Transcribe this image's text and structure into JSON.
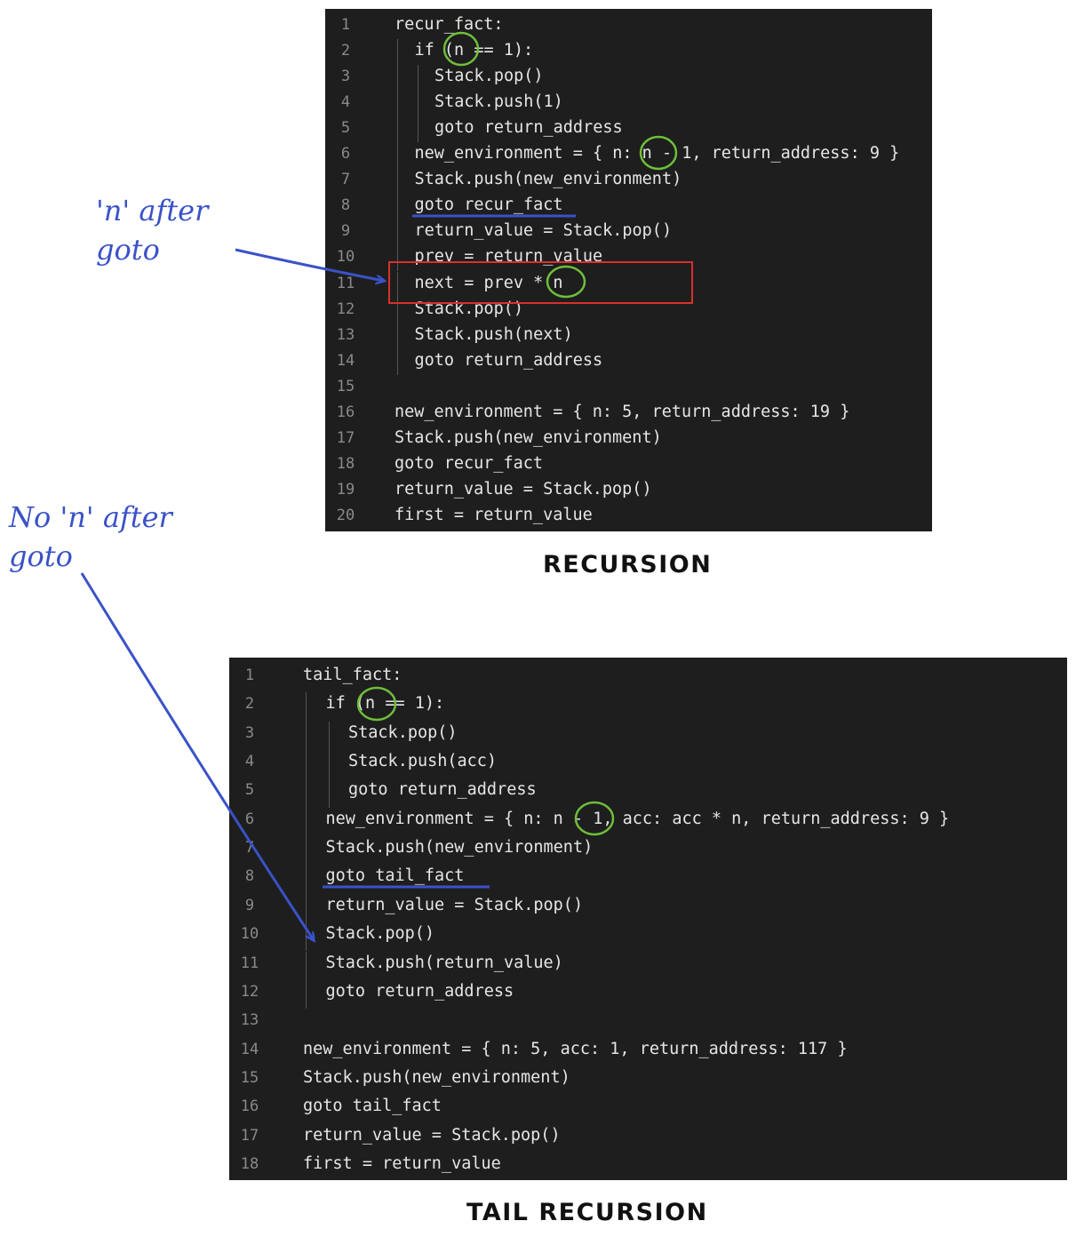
{
  "recursion": {
    "caption": "RECURSION",
    "lines": [
      {
        "n": "1",
        "code": "recur_fact:",
        "indent": 0
      },
      {
        "n": "2",
        "code": "if (n == 1):",
        "indent": 1
      },
      {
        "n": "3",
        "code": "Stack.pop()",
        "indent": 2
      },
      {
        "n": "4",
        "code": "Stack.push(1)",
        "indent": 2
      },
      {
        "n": "5",
        "code": "goto return_address",
        "indent": 2
      },
      {
        "n": "6",
        "code": "new_environment = { n: n - 1, return_address: 9 }",
        "indent": 1
      },
      {
        "n": "7",
        "code": "Stack.push(new_environment)",
        "indent": 1
      },
      {
        "n": "8",
        "code": "goto recur_fact",
        "indent": 1
      },
      {
        "n": "9",
        "code": "return_value = Stack.pop()",
        "indent": 1
      },
      {
        "n": "10",
        "code": "prev = return_value",
        "indent": 1
      },
      {
        "n": "11",
        "code": "next = prev * n",
        "indent": 1
      },
      {
        "n": "12",
        "code": "Stack.pop()",
        "indent": 1
      },
      {
        "n": "13",
        "code": "Stack.push(next)",
        "indent": 1
      },
      {
        "n": "14",
        "code": "goto return_address",
        "indent": 1
      },
      {
        "n": "15",
        "code": "",
        "indent": 0
      },
      {
        "n": "16",
        "code": "new_environment = { n: 5, return_address: 19 }",
        "indent": 0
      },
      {
        "n": "17",
        "code": "Stack.push(new_environment)",
        "indent": 0
      },
      {
        "n": "18",
        "code": "goto recur_fact",
        "indent": 0
      },
      {
        "n": "19",
        "code": "return_value = Stack.pop()",
        "indent": 0
      },
      {
        "n": "20",
        "code": "first = return_value",
        "indent": 0
      }
    ]
  },
  "tail": {
    "caption": "TAIL RECURSION",
    "lines": [
      {
        "n": "1",
        "code": "tail_fact:",
        "indent": 0
      },
      {
        "n": "2",
        "code": "if (n == 1):",
        "indent": 1
      },
      {
        "n": "3",
        "code": "Stack.pop()",
        "indent": 2
      },
      {
        "n": "4",
        "code": "Stack.push(acc)",
        "indent": 2
      },
      {
        "n": "5",
        "code": "goto return_address",
        "indent": 2
      },
      {
        "n": "6",
        "code": "new_environment = { n: n - 1, acc: acc * n, return_address: 9 }",
        "indent": 1
      },
      {
        "n": "7",
        "code": "Stack.push(new_environment)",
        "indent": 1
      },
      {
        "n": "8",
        "code": "goto tail_fact",
        "indent": 1
      },
      {
        "n": "9",
        "code": "return_value = Stack.pop()",
        "indent": 1
      },
      {
        "n": "10",
        "code": "Stack.pop()",
        "indent": 1
      },
      {
        "n": "11",
        "code": "Stack.push(return_value)",
        "indent": 1
      },
      {
        "n": "12",
        "code": "goto return_address",
        "indent": 1
      },
      {
        "n": "13",
        "code": "",
        "indent": 0
      },
      {
        "n": "14",
        "code": "new_environment = { n: 5, acc: 1, return_address: 117 }",
        "indent": 0
      },
      {
        "n": "15",
        "code": "Stack.push(new_environment)",
        "indent": 0
      },
      {
        "n": "16",
        "code": "goto tail_fact",
        "indent": 0
      },
      {
        "n": "17",
        "code": "return_value = Stack.pop()",
        "indent": 0
      },
      {
        "n": "18",
        "code": "first = return_value",
        "indent": 0
      }
    ]
  },
  "annotations": {
    "note_top": "'n' after\ngoto",
    "note_bottom": "No 'n' after\ngoto"
  },
  "colors": {
    "panel_background": "#1e1e1e",
    "code_text": "#e6e6e6",
    "line_number": "#8a8a8a",
    "annotation_blue": "#3a52c8",
    "circle_green": "#6fbf3a",
    "highlight_red": "#d9302c"
  }
}
